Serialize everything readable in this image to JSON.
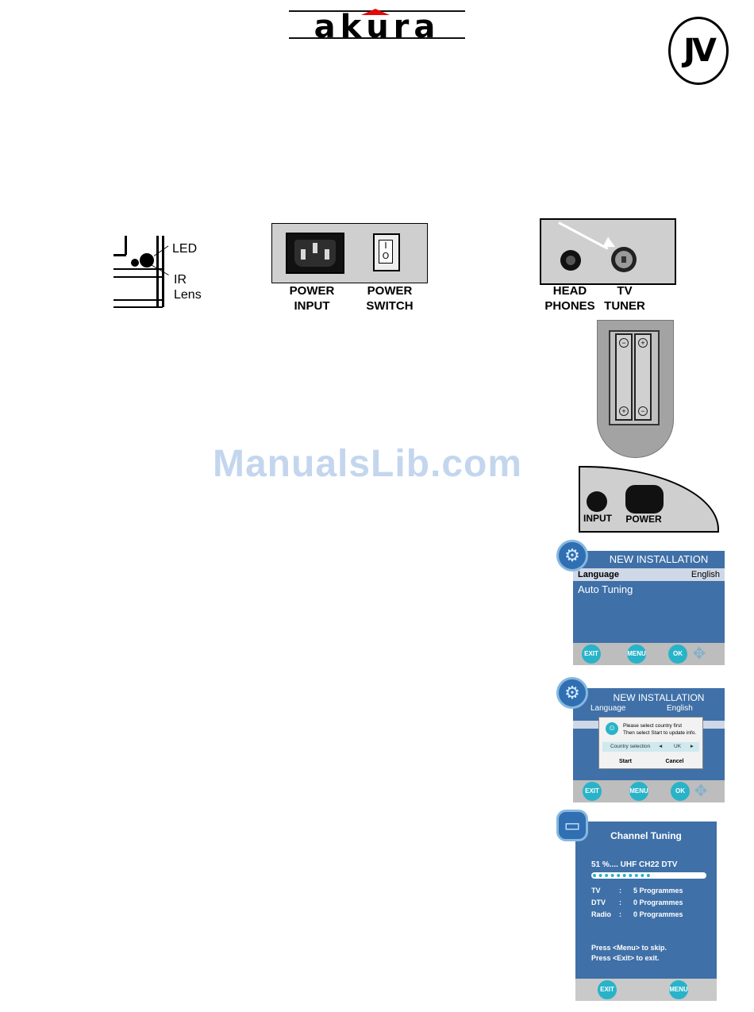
{
  "header": {
    "brand": "akura",
    "badge": "JV"
  },
  "watermark": "ManualsLib.com",
  "led_diagram": {
    "led_label": "LED",
    "ir_label_line1": "IR",
    "ir_label_line2": "Lens"
  },
  "power_panel": {
    "switch_marks": [
      "I",
      "O"
    ],
    "input_label_line1": "POWER",
    "input_label_line2": "INPUT",
    "switch_label_line1": "POWER",
    "switch_label_line2": "SWITCH"
  },
  "tuner_panel": {
    "headphones_line1": "HEAD",
    "headphones_line2": "PHONES",
    "tuner_line1": "TV",
    "tuner_line2": "TUNER"
  },
  "side_panel": {
    "input_label": "INPUT",
    "power_label": "POWER"
  },
  "screen1": {
    "title": "NEW INSTALLATION",
    "row_label": "Language",
    "row_value": "English",
    "item": "Auto Tuning",
    "buttons": [
      "EXIT",
      "MENU",
      "OK"
    ]
  },
  "screen2": {
    "title": "NEW INSTALLATION",
    "row_label": "Language",
    "row_value": "English",
    "dialog_line1": "Please select country first",
    "dialog_line2": "Then select Start to update info.",
    "country_label": "Country selection",
    "country_value": "UK",
    "start": "Start",
    "cancel": "Cancel",
    "buttons": [
      "EXIT",
      "MENU",
      "OK"
    ]
  },
  "screen3": {
    "title": "Channel Tuning",
    "status": "51 %.... UHF CH22 DTV",
    "progress": 0.51,
    "rows": [
      {
        "label": "TV",
        "sep": ":",
        "value": "5 Programmes"
      },
      {
        "label": "DTV",
        "sep": ":",
        "value": "0 Programmes"
      },
      {
        "label": "Radio",
        "sep": ":",
        "value": "0 Programmes"
      }
    ],
    "hint1": "Press <Menu> to skip.",
    "hint2": "Press <Exit> to exit.",
    "buttons": [
      "EXIT",
      "MENU"
    ]
  },
  "colors": {
    "screen_bg": "#3f70a8",
    "accent": "#29b3c9",
    "logo_accent": "#e10b0b",
    "watermark": "#c3d6ee"
  }
}
